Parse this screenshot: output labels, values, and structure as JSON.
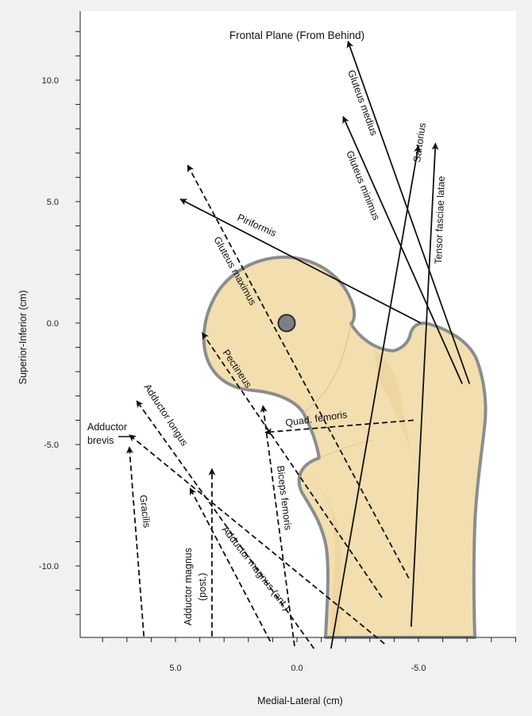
{
  "title": "Frontal Plane (From Behind)",
  "axes": {
    "x_label": "Medial-Lateral (cm)",
    "y_label": "Superior-Inferior (cm)",
    "x_ticks": [
      {
        "value": 5,
        "label": "5.0"
      },
      {
        "value": 0,
        "label": "0.0"
      },
      {
        "value": -5,
        "label": "-5.0"
      }
    ],
    "y_ticks": [
      {
        "value": 10,
        "label": "10.0"
      },
      {
        "value": 5,
        "label": "5.0"
      },
      {
        "value": 0,
        "label": "0.0"
      },
      {
        "value": -5,
        "label": "-5.0"
      },
      {
        "value": -10,
        "label": "-10.0"
      }
    ]
  },
  "hip_joint_center": {
    "x": 0.4,
    "y": 0.0
  },
  "muscles": [
    {
      "name": "Gluteus medius",
      "style": "solid",
      "from": [
        -7.1,
        -2.5
      ],
      "to": [
        -2.1,
        11.6
      ]
    },
    {
      "name": "Gluteus minimus",
      "style": "solid",
      "from": [
        -6.8,
        -2.5
      ],
      "to": [
        -1.9,
        8.5
      ]
    },
    {
      "name": "Sartorius",
      "style": "solid",
      "from": [
        -1.4,
        -13.4
      ],
      "to": [
        -5.0,
        7.3
      ]
    },
    {
      "name": "Tensor fasciae latae",
      "style": "solid",
      "from": [
        -4.7,
        -12.5
      ],
      "to": [
        -5.7,
        7.4
      ]
    },
    {
      "name": "Piriformis",
      "style": "solid",
      "from": [
        -5.1,
        0.0
      ],
      "to": [
        4.8,
        5.1
      ]
    },
    {
      "name": "Gluteus maximus",
      "style": "dashed",
      "from": [
        -4.6,
        -10.5
      ],
      "to": [
        4.5,
        6.5
      ]
    },
    {
      "name": "Pectineus",
      "style": "dashed",
      "from": [
        -3.5,
        -11.3
      ],
      "to": [
        3.9,
        -0.4
      ]
    },
    {
      "name": "Quad. femoris",
      "style": "dashed",
      "from": [
        -4.8,
        -4.0
      ],
      "to": [
        1.3,
        -4.5
      ]
    },
    {
      "name": "Biceps femoris",
      "style": "dashed",
      "from": [
        0.1,
        -13.3
      ],
      "to": [
        1.4,
        -3.4
      ]
    },
    {
      "name": "Adductor longus",
      "style": "dashed",
      "from": [
        -0.7,
        -13.4
      ],
      "to": [
        6.6,
        -3.2
      ]
    },
    {
      "name": "Adductor brevis",
      "style": "dashed",
      "from": [
        -3.6,
        -13.2
      ],
      "to": [
        6.9,
        -4.6
      ]
    },
    {
      "name": "Gracilis",
      "style": "dashed",
      "from": [
        6.3,
        -12.9
      ],
      "to": [
        6.9,
        -5.1
      ]
    },
    {
      "name": "Adductor magnus (post.)",
      "style": "dashed",
      "from": [
        3.5,
        -12.9
      ],
      "to": [
        3.5,
        -6.0
      ]
    },
    {
      "name": "Adductor magnus (ant.)",
      "style": "dashed",
      "from": [
        1.1,
        -13.1
      ],
      "to": [
        4.4,
        -6.8
      ]
    }
  ],
  "labels": {
    "gluteus_medius": "Gluteus medius",
    "gluteus_minimus": "Gluteus minimus",
    "sartorius": "Sartorius",
    "tensor": "Tensor fasciae latae",
    "piriformis": "Piriformis",
    "gluteus_maximus": "Gluteus maximus",
    "pectineus": "Pectineus",
    "quad_femoris": "Quad. femoris",
    "biceps_femoris": "Biceps femoris",
    "adductor_longus": "Adductor longus",
    "adductor_brevis_1": "Adductor",
    "adductor_brevis_2": "brevis",
    "gracilis": "Gracilis",
    "adductor_magnus_post_1": "Adductor magnus",
    "adductor_magnus_post_2": "(post.)",
    "adductor_magnus_ant": "Adductor magnus (ant.)"
  },
  "colors": {
    "bone_fill": "#f2deae",
    "bone_outline": "#8a8d8f",
    "joint_center": "#7c7f86",
    "line": "#111111",
    "plot_bg": "#ffffff",
    "page_bg": "#f1f1f1"
  }
}
